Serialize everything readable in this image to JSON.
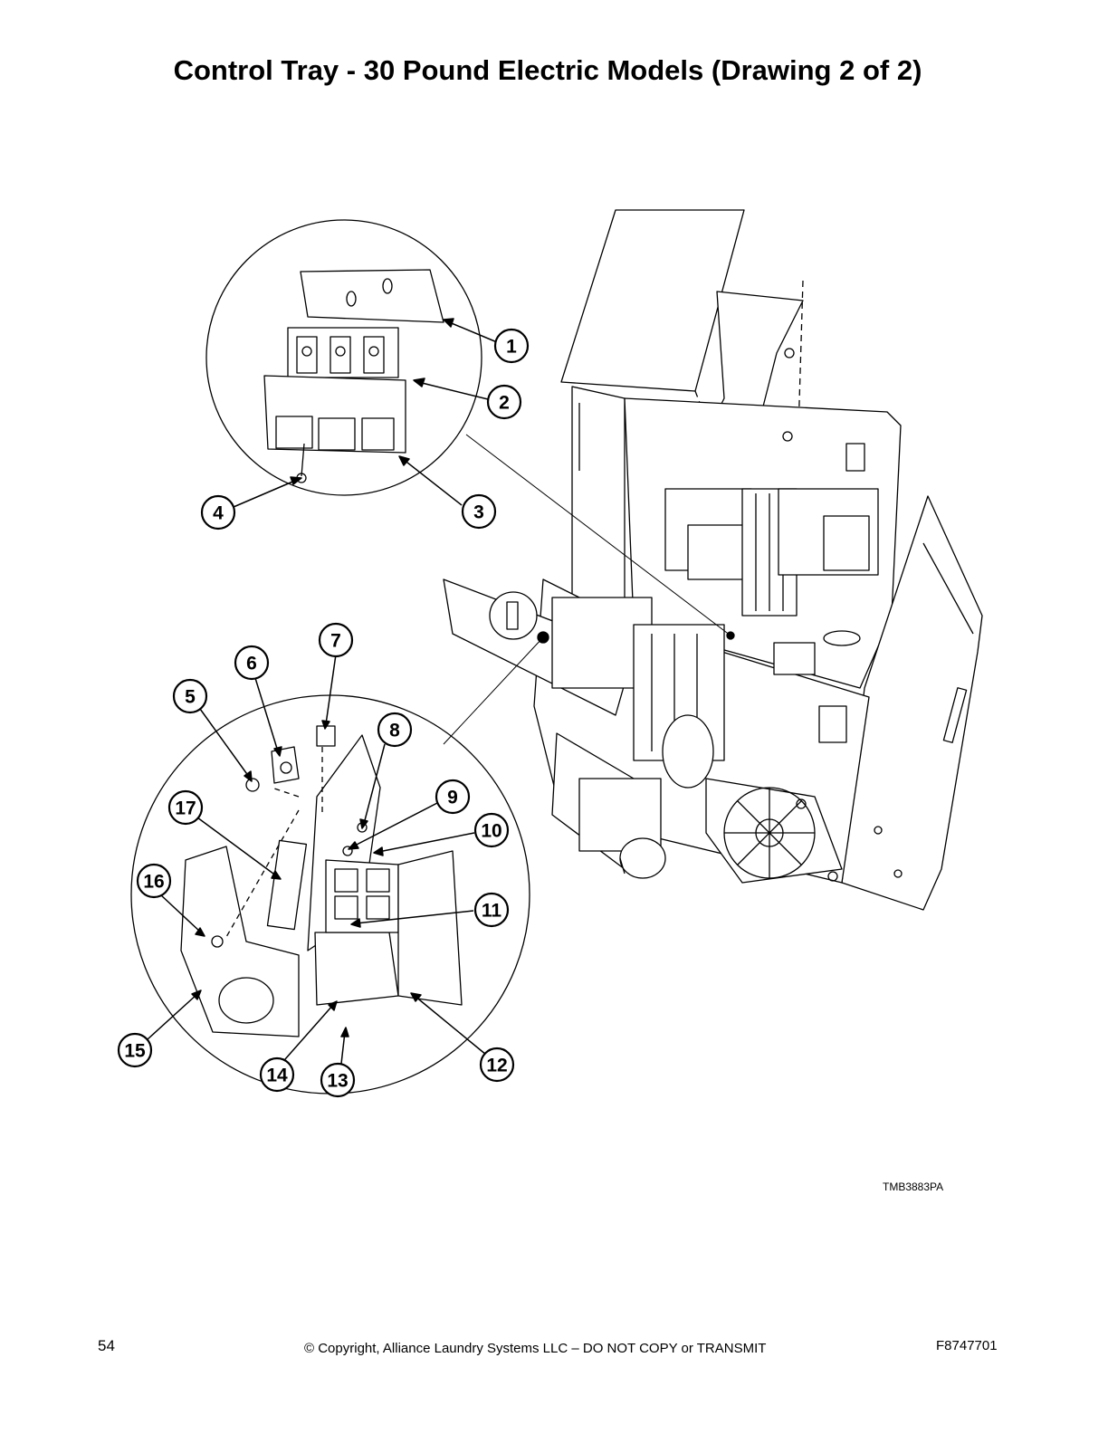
{
  "page": {
    "title": "Control Tray - 30 Pound Electric Models (Drawing 2 of 2)",
    "figure_id": "TMB3883PA",
    "page_number": "54",
    "copyright": "© Copyright, Alliance Laundry Systems LLC – DO NOT COPY or TRANSMIT",
    "document_number": "F8747701"
  },
  "callouts": [
    "1",
    "2",
    "3",
    "4",
    "5",
    "6",
    "7",
    "8",
    "9",
    "10",
    "11",
    "12",
    "13",
    "14",
    "15",
    "16",
    "17"
  ]
}
